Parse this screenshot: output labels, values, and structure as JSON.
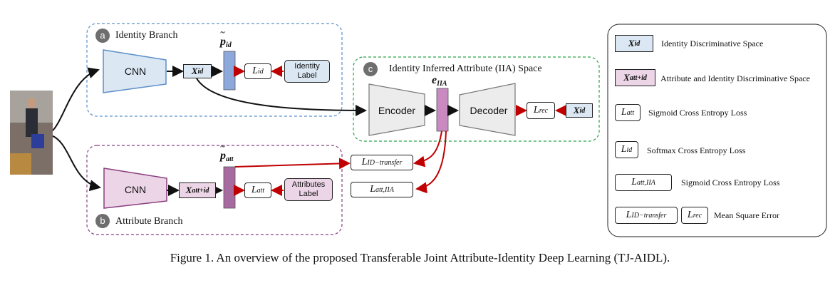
{
  "branches": {
    "identity": {
      "badge": "a",
      "title": "Identity Branch",
      "cnn": "CNN",
      "feature": "X",
      "feature_sub": "id",
      "prob": "p",
      "prob_sub": "id",
      "loss": "L",
      "loss_sub": "id",
      "label": "Identity Label"
    },
    "attribute": {
      "badge": "b",
      "title": "Attribute Branch",
      "cnn": "CNN",
      "feature": "X",
      "feature_sub": "att+id",
      "prob": "p",
      "prob_sub": "att",
      "loss": "L",
      "loss_sub": "att",
      "label": "Attributes Label"
    },
    "iia": {
      "badge": "c",
      "title": "Identity Inferred Attribute (IIA) Space",
      "encoder": "Encoder",
      "decoder": "Decoder",
      "embedding": "e",
      "embedding_sub": "IIA",
      "rec_loss": "L",
      "rec_loss_sub": "rec",
      "target": "X",
      "target_sub": "id"
    }
  },
  "losses": {
    "transfer": {
      "text": "L",
      "sub": "ID−transfer"
    },
    "att_iia": {
      "text": "L",
      "sub": "att,IIA"
    }
  },
  "legend": [
    {
      "sym": "X",
      "sub": "id",
      "style": "blue",
      "desc": "Identity Discriminative Space"
    },
    {
      "sym": "X",
      "sub": "att+id",
      "style": "purple",
      "desc": "Attribute and Identity Discriminative Space"
    },
    {
      "sym": "L",
      "sub": "att",
      "style": "white",
      "desc": "Sigmoid Cross Entropy Loss"
    },
    {
      "sym": "L",
      "sub": "id",
      "style": "white",
      "desc": "Softmax Cross Entropy Loss"
    },
    {
      "sym": "L",
      "sub": "att,IIA",
      "style": "white",
      "desc": "Sigmoid Cross Entropy Loss"
    },
    {
      "sym": "L",
      "sub": "ID−transfer",
      "style": "white",
      "sym2": "L",
      "sub2": "rec",
      "desc": "Mean Square Error"
    }
  ],
  "caption": "Figure 1. An overview of the proposed Transferable Joint Attribute-Identity Deep Learning (TJ-AIDL).",
  "colors": {
    "blue_fill": "#dbe7f3",
    "blue_stroke": "#5b8fc9",
    "purple_fill": "#ecd5e6",
    "purple_stroke": "#8a3f80",
    "green": "#2aa34a",
    "red": "#c00000",
    "gray_fill": "#ececec"
  }
}
